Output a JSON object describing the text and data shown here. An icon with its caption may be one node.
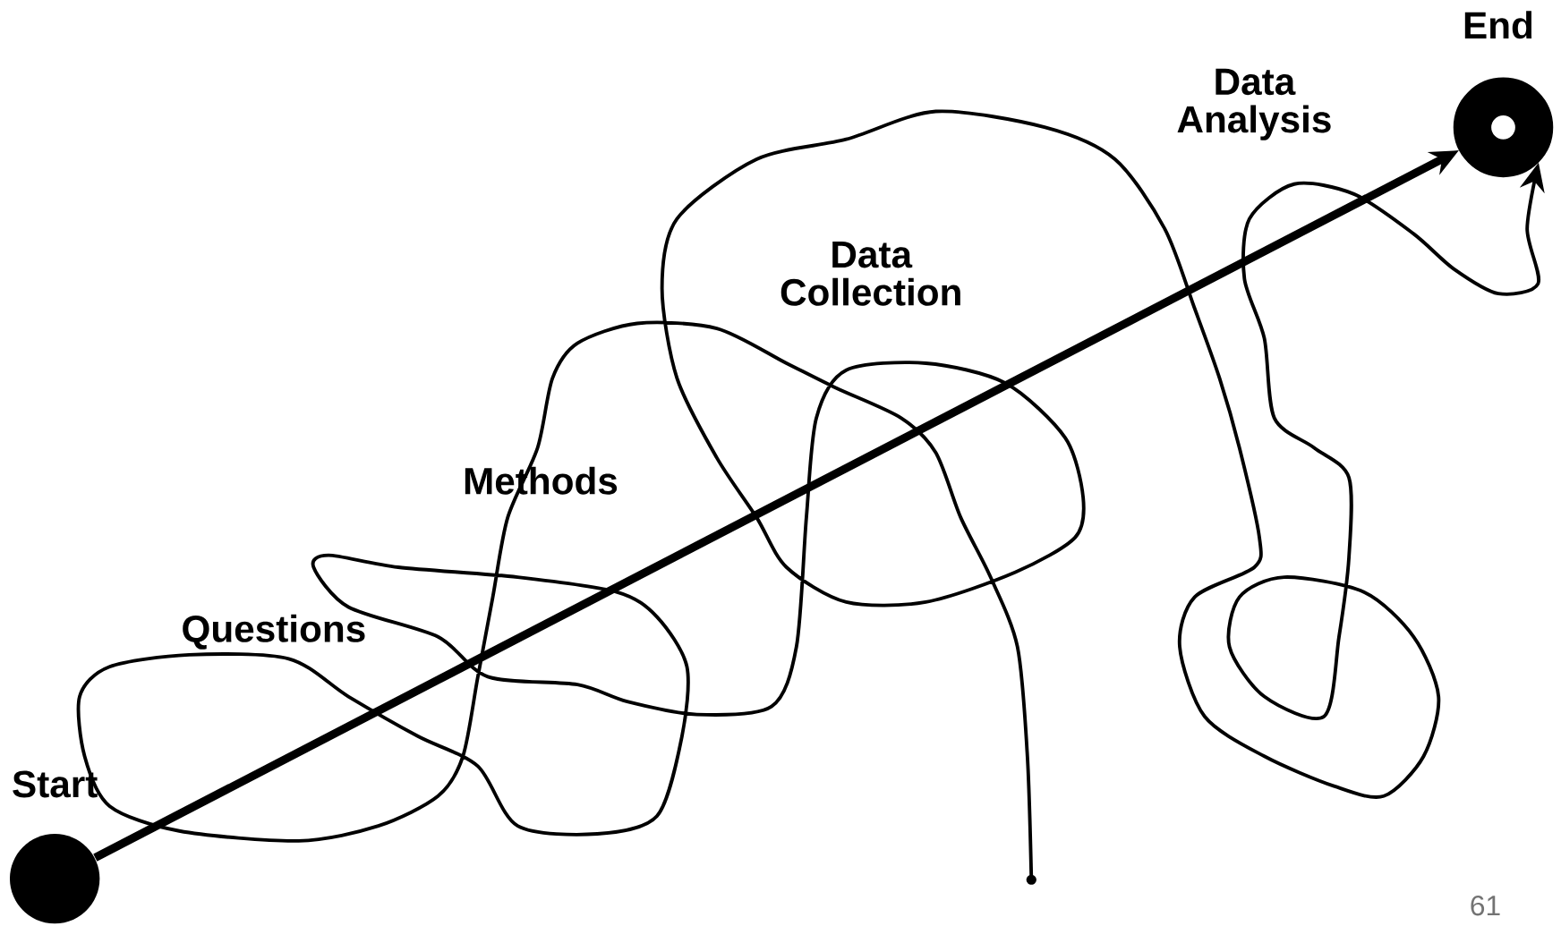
{
  "diagram": {
    "nodes": [
      {
        "text": [],
        "shape": "circle",
        "beside": [
          "Start"
        ]
      },
      {
        "text": [],
        "shape": "ring",
        "beside": [
          "End"
        ]
      },
      {
        "text": [],
        "shape": "circle"
      }
    ],
    "edges": [
      {
        "from": 0,
        "to": 1,
        "arrow": "to",
        "style": "thick"
      },
      {
        "from": 2,
        "to": 1,
        "arrow": "to"
      }
    ],
    "labels": [
      "Questions",
      "Methods",
      "Data Collection",
      "Data Analysis",
      "61"
    ]
  }
}
